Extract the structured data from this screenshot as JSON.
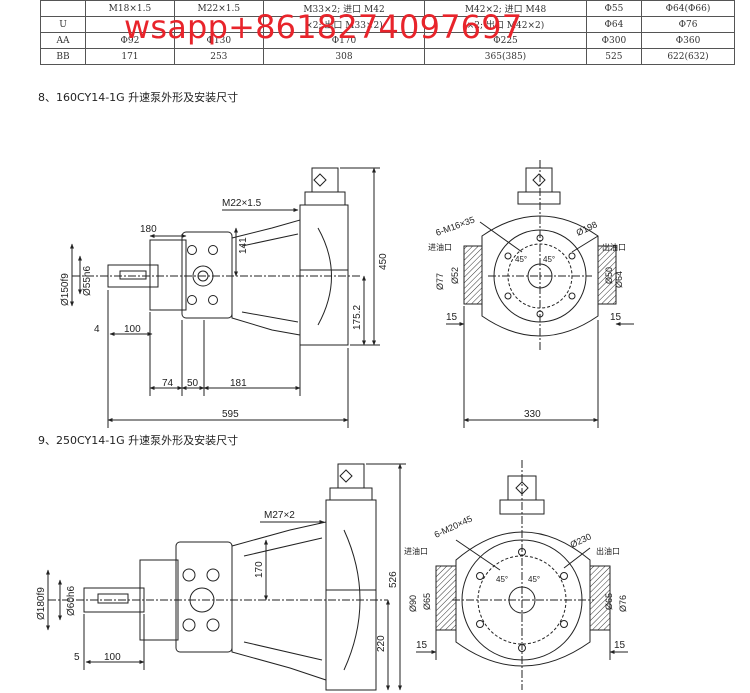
{
  "table": {
    "rows": [
      {
        "head": "",
        "cells": [
          "M18×1.5",
          "M22×1.5",
          "M33×2; 进口 M42",
          "M42×2; 进口 M48",
          "Φ55",
          "Φ64(Φ66)"
        ]
      },
      {
        "head": "U",
        "cells": [
          "",
          "",
          "×2; 出口 M33×2)",
          "×2; 出口 M42×2)",
          "Φ64",
          "Φ76"
        ]
      },
      {
        "head": "AA",
        "cells": [
          "Φ92",
          "Φ130",
          "Φ170",
          "Φ225",
          "Φ300",
          "Φ360"
        ]
      },
      {
        "head": "BB",
        "cells": [
          "171",
          "253",
          "308",
          "365(385)",
          "525",
          "622(632)"
        ]
      }
    ]
  },
  "watermark": "wsapp+8618274097697",
  "sections": [
    {
      "title": "8、160CY14-1G 升速泵外形及安装尺寸",
      "side": {
        "m": "M22×1.5",
        "d180": "180",
        "d141": "141",
        "d450": "450",
        "d1752": "175.2",
        "d4": "4",
        "d100": "100",
        "d74": "74",
        "d50": "50",
        "d181": "181",
        "d595": "595",
        "shaft": "Ø150f9",
        "key": "Ø55h6"
      },
      "front": {
        "holes": "6-M16×35",
        "pcd": "Ø198",
        "inlet": "进油口",
        "outlet": "出油口",
        "d77": "Ø77",
        "d52": "Ø52",
        "d50": "Ø50",
        "d64": "Ø64",
        "d15a": "15",
        "d15b": "15",
        "d330": "330",
        "a1": "45°",
        "a2": "45°"
      }
    },
    {
      "title": "9、250CY14-1G 升速泵外形及安装尺寸",
      "side": {
        "m": "M27×2",
        "d170": "170",
        "d526": "526",
        "d220": "220",
        "d5": "5",
        "d100": "100",
        "shaft": "Ø180f9",
        "key": "Ø60h6"
      },
      "front": {
        "holes": "6-M20×45",
        "pcd": "Ø230",
        "inlet": "进油口",
        "outlet": "出油口",
        "d90": "Ø90",
        "d65a": "Ø65",
        "d65b": "Ø65",
        "d76": "Ø76",
        "d15a": "15",
        "d15b": "15",
        "a1": "45°",
        "a2": "45°"
      }
    }
  ]
}
